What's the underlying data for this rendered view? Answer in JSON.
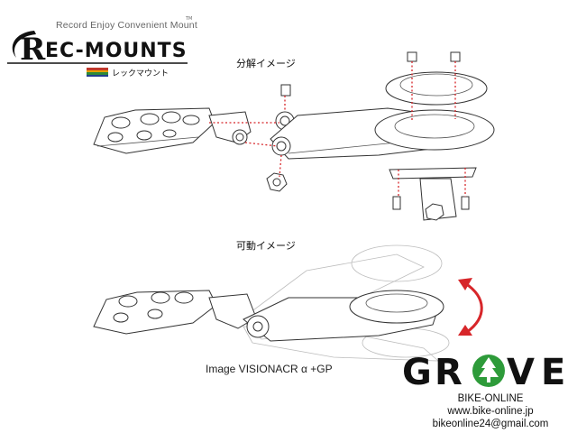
{
  "logo": {
    "tagline": "Record Enjoy Convenient Mount",
    "tm": "TM",
    "word": "REC-MOUNTS",
    "subtitle": "レックマウント",
    "stripe_colors": [
      "#c0392b",
      "#e5a000",
      "#2e8b3a",
      "#1f3f8f"
    ]
  },
  "exploded_view": {
    "label": "分解イメージ"
  },
  "motion_view": {
    "label": "可動イメージ"
  },
  "caption": "Image VISIONACR α +GP",
  "grove": {
    "word": "GROVE",
    "shop": "BIKE-ONLINE",
    "url": "www.bike-online.jp",
    "email": "bikeonline24@gmail.com",
    "accent": "#2e9b3a"
  },
  "colors": {
    "arrow": "#d7262a",
    "line_art": "#333333"
  },
  "icons": [
    "tree-icon",
    "double-arrow-icon"
  ]
}
